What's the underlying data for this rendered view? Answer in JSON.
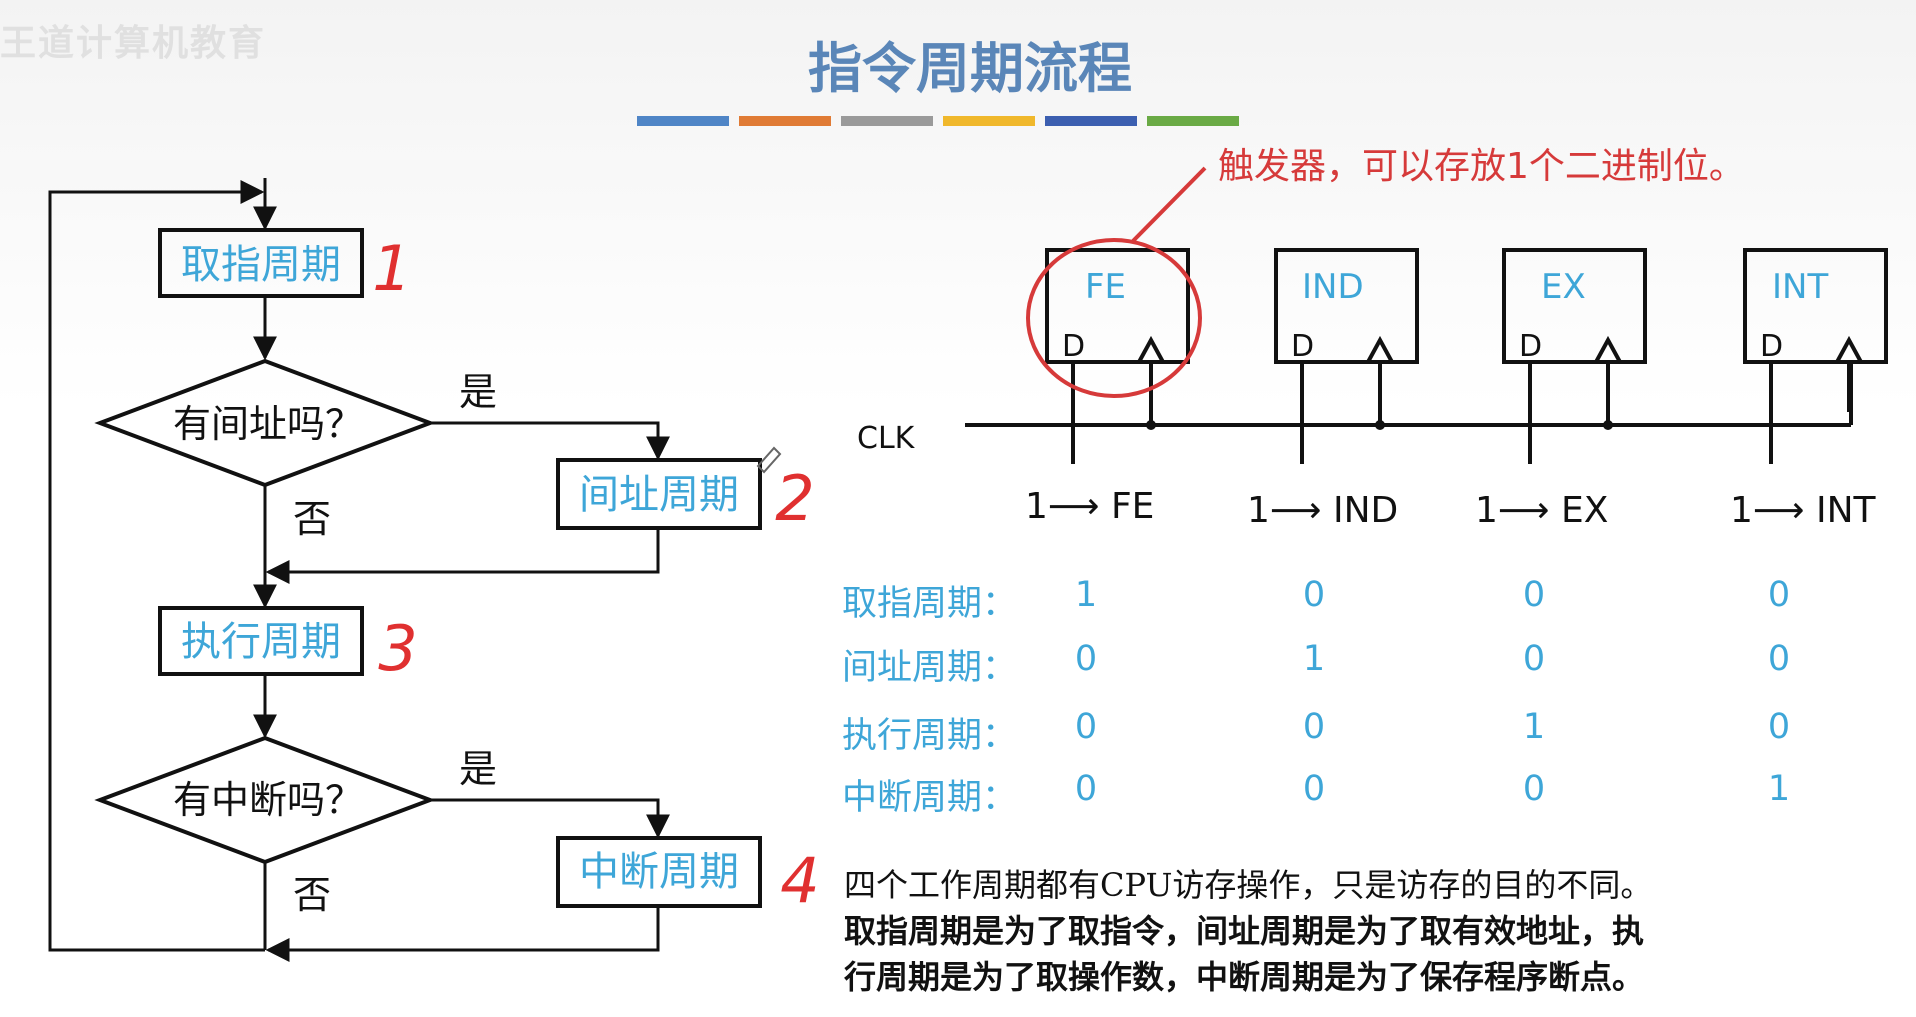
{
  "brand": "王道计算机教育",
  "title": "指令周期流程",
  "color_bar": [
    "#4f85c6",
    "#e07b35",
    "#9a9a9a",
    "#f0b82c",
    "#3c5fb0",
    "#6aaa45"
  ],
  "flowchart": {
    "fetch": "取指周期",
    "indirect_q": "有间址吗？",
    "indirect": "间址周期",
    "execute": "执行周期",
    "interrupt_q": "有中断吗？",
    "interrupt": "中断周期",
    "yes": "是",
    "no": "否",
    "step1": "1",
    "step2": "2",
    "step3": "3",
    "step4": "4"
  },
  "annotation": "触发器，可以存放1个二进制位。",
  "clk": "CLK",
  "registers": [
    {
      "name": "FE",
      "d": "D",
      "set": "1⟶ FE"
    },
    {
      "name": "IND",
      "d": "D",
      "set": "1⟶ IND"
    },
    {
      "name": "EX",
      "d": "D",
      "set": "1⟶ EX"
    },
    {
      "name": "INT",
      "d": "D",
      "set": "1⟶ INT"
    }
  ],
  "state_table": [
    {
      "label": "取指周期：",
      "values": [
        "1",
        "0",
        "0",
        "0"
      ]
    },
    {
      "label": "间址周期：",
      "values": [
        "0",
        "1",
        "0",
        "0"
      ]
    },
    {
      "label": "执行周期：",
      "values": [
        "0",
        "0",
        "1",
        "0"
      ]
    },
    {
      "label": "中断周期：",
      "values": [
        "0",
        "0",
        "0",
        "1"
      ]
    }
  ],
  "note": {
    "line1": "四个工作周期都有CPU访存操作，只是访存的目的不同。",
    "line2": "取指周期是为了取指令，间址周期是为了取有效地址，执",
    "line3": "行周期是为了取操作数，中断周期是为了保存程序断点。"
  }
}
